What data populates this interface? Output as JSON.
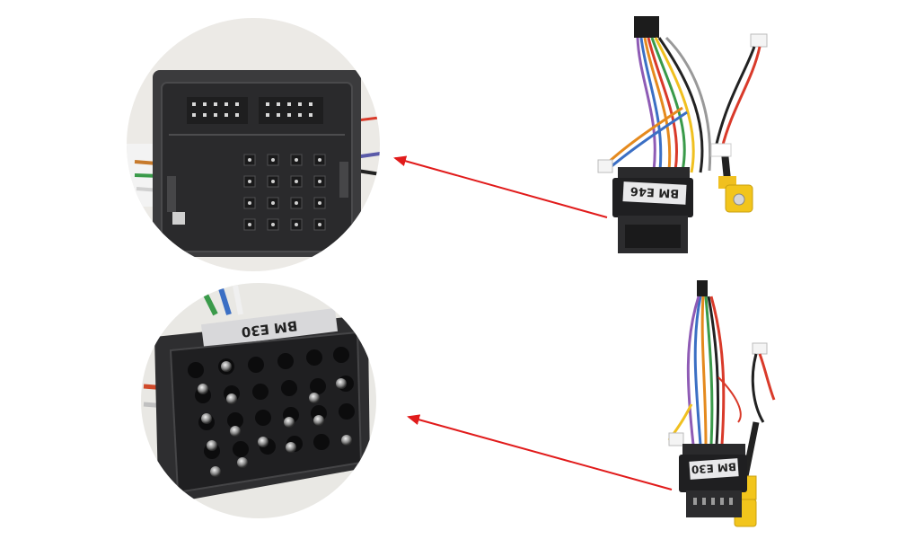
{
  "product_photo": {
    "background": "#ffffff",
    "arrow_color": "#e11b1b",
    "top_harness": {
      "connector_label": "BM E46",
      "zoom_view": "quadlock-connector-closeup"
    },
    "bottom_harness": {
      "connector_label": "BM E30",
      "zoom_view": "round-pin-connector-closeup"
    }
  }
}
